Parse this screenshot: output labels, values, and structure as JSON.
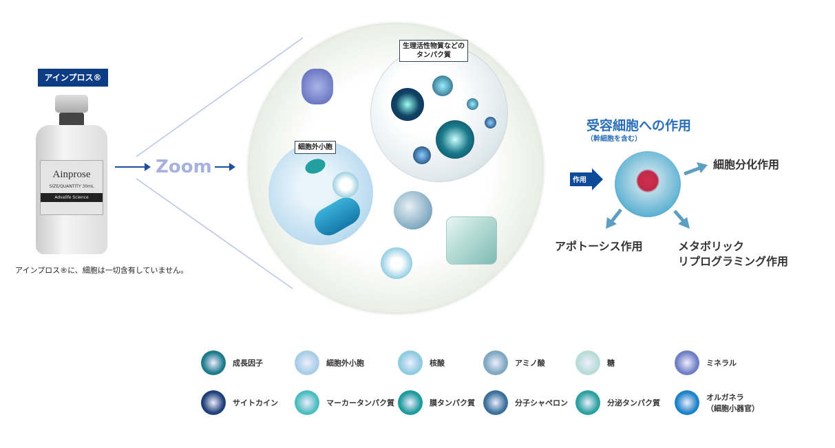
{
  "product": {
    "badge": "アインプロス®",
    "bottle_name": "Ainprose",
    "bottle_size": "SIZE/QUANTITY 30mL",
    "bottle_maker": "Advalife Science",
    "caption": "アインプロス®に、細胞は一切含有していません。"
  },
  "zoom_label": "Zoom",
  "sphere": {
    "protein_label": "生理活性物質などの\nタンパク質",
    "vesicle_label": "細胞外小胞"
  },
  "receptor": {
    "title": "受容細胞への作用",
    "subtitle": "（幹細胞を含む）",
    "input_label": "作用",
    "effects": [
      "細胞分化作用",
      "アポトーシス作用",
      "メタボリック\nリプログラミング作用"
    ]
  },
  "legend": [
    {
      "label": "成長因子",
      "color": "#1d7a8c"
    },
    {
      "label": "細胞外小胞",
      "color": "#a9cde6"
    },
    {
      "label": "核酸",
      "color": "#8fcbe0"
    },
    {
      "label": "アミノ酸",
      "color": "#7fa8c0"
    },
    {
      "label": "糖",
      "color": "#b8dcd6"
    },
    {
      "label": "ミネラル",
      "color": "#6f7fc4"
    },
    {
      "label": "サイトカイン",
      "color": "#1e3f78"
    },
    {
      "label": "マーカータンパク質",
      "color": "#4cbcc0"
    },
    {
      "label": "膜タンパク質",
      "color": "#1f9a9c"
    },
    {
      "label": "分子シャペロン",
      "color": "#3a6f9a"
    },
    {
      "label": "分泌タンパク質",
      "color": "#2aa0a0"
    },
    {
      "label": "オルガネラ\n（細胞小器官）",
      "color": "#1c82c8"
    }
  ]
}
